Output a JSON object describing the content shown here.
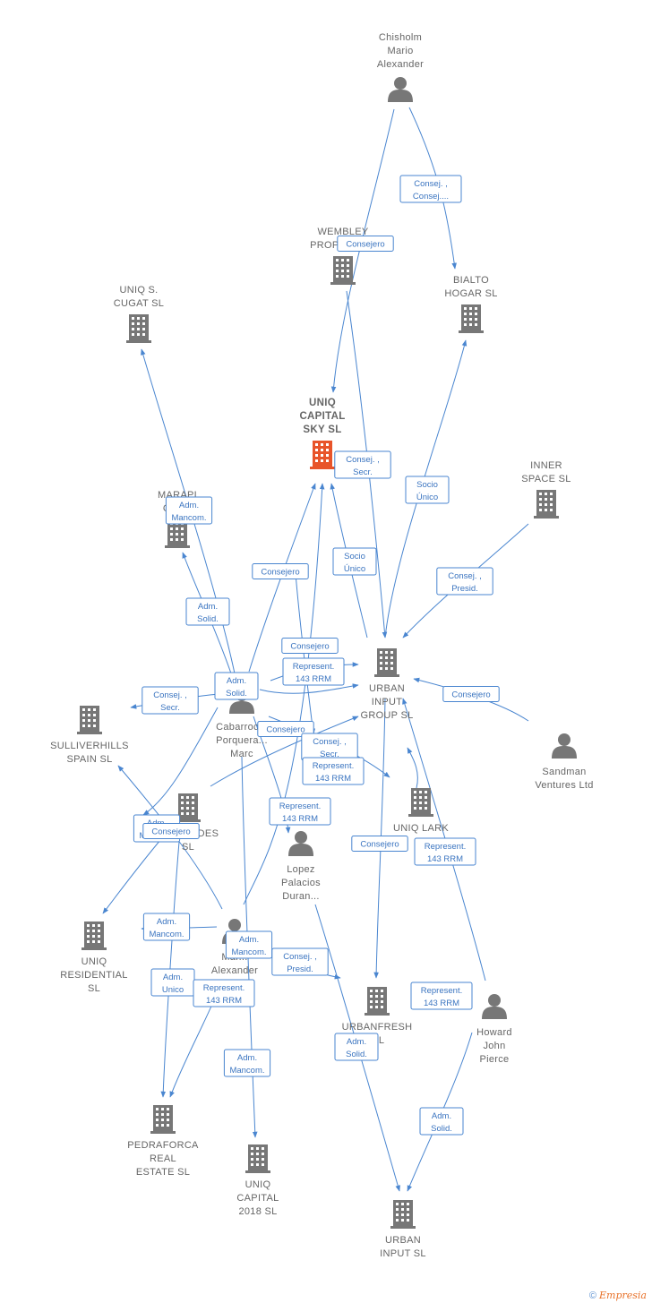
{
  "colors": {
    "accent": "#4a86d0",
    "node": "#777777",
    "highlight": "#e8542a"
  },
  "nodes": [
    {
      "id": "chisholm",
      "type": "person",
      "lines": [
        "Chisholm",
        "Mario",
        "Alexander"
      ]
    },
    {
      "id": "wembley",
      "type": "company",
      "lines": [
        "WEMBLEY",
        "PROPERTIES"
      ]
    },
    {
      "id": "bialto",
      "type": "company",
      "lines": [
        "BIALTO",
        "HOGAR  SL"
      ]
    },
    {
      "id": "uniq_cugat",
      "type": "company",
      "lines": [
        "UNIQ S.",
        "CUGAT  SL"
      ]
    },
    {
      "id": "uniq_sky",
      "type": "company",
      "main": true,
      "lines": [
        "UNIQ",
        "CAPITAL",
        "SKY  SL"
      ]
    },
    {
      "id": "inner",
      "type": "company",
      "lines": [
        "INNER",
        "SPACE  SL"
      ]
    },
    {
      "id": "marapi",
      "type": "company",
      "lines": [
        "MARAPI",
        "CAP..."
      ]
    },
    {
      "id": "urban_group",
      "type": "company",
      "lines": [
        "URBAN",
        "INPUT",
        "GROUP  SL"
      ]
    },
    {
      "id": "sandman",
      "type": "person",
      "lines": [
        "Sandman",
        "Ventures Ltd"
      ]
    },
    {
      "id": "cabarrocas",
      "type": "person",
      "lines": [
        "Cabarroc...",
        "Porquera...",
        "Marc"
      ]
    },
    {
      "id": "sulliver",
      "type": "company",
      "lines": [
        "SULLIVERHILLS",
        "SPAIN  SL"
      ]
    },
    {
      "id": "tiberiades",
      "type": "company",
      "lines": [
        "TIBERIADES",
        "SL"
      ]
    },
    {
      "id": "uniq_lark",
      "type": "company",
      "lines": [
        "UNIQ LARK",
        "..."
      ]
    },
    {
      "id": "lopez",
      "type": "person",
      "lines": [
        "Lopez",
        "Palacios",
        "Duran..."
      ]
    },
    {
      "id": "uniq_res",
      "type": "company",
      "lines": [
        "UNIQ",
        "RESIDENTIAL",
        "SL"
      ]
    },
    {
      "id": "mario_alex",
      "type": "person",
      "lines": [
        "Mar...",
        "Alexander"
      ]
    },
    {
      "id": "urbanfresh",
      "type": "company",
      "lines": [
        "URBANFRESH",
        "...L"
      ]
    },
    {
      "id": "howard",
      "type": "person",
      "lines": [
        "Howard",
        "John",
        "Pierce"
      ]
    },
    {
      "id": "pedraforca",
      "type": "company",
      "lines": [
        "PEDRAFORCA",
        "REAL",
        "ESTATE  SL"
      ]
    },
    {
      "id": "uniq_2018",
      "type": "company",
      "lines": [
        "UNIQ",
        "CAPITAL",
        "2018  SL"
      ]
    },
    {
      "id": "urban_input",
      "type": "company",
      "lines": [
        "URBAN",
        "INPUT SL"
      ]
    }
  ],
  "relations": [
    {
      "lines": [
        "Consej. ,",
        "Consej...."
      ]
    },
    {
      "lines": [
        "Consejero"
      ]
    },
    {
      "lines": [
        "Consej. ,",
        "Secr."
      ]
    },
    {
      "lines": [
        "Socio",
        "Único"
      ]
    },
    {
      "lines": [
        "Adm.",
        "Mancom."
      ]
    },
    {
      "lines": [
        "Socio",
        "Único"
      ]
    },
    {
      "lines": [
        "Consejero"
      ]
    },
    {
      "lines": [
        "Consej. ,",
        "Presid."
      ]
    },
    {
      "lines": [
        "Adm.",
        "Solid."
      ]
    },
    {
      "lines": [
        "Consejero"
      ]
    },
    {
      "lines": [
        "Represent.",
        "143 RRM"
      ]
    },
    {
      "lines": [
        "Adm.",
        "Solid."
      ]
    },
    {
      "lines": [
        "Consej. ,",
        "Secr."
      ]
    },
    {
      "lines": [
        "Consejero"
      ]
    },
    {
      "lines": [
        "Consejero"
      ]
    },
    {
      "lines": [
        "Consej. ,",
        "Secr."
      ]
    },
    {
      "lines": [
        "Represent.",
        "143 RRM"
      ]
    },
    {
      "lines": [
        "Represent.",
        "143 RRM"
      ]
    },
    {
      "lines": [
        "Adm.",
        "Mancom."
      ]
    },
    {
      "lines": [
        "Consejero"
      ]
    },
    {
      "lines": [
        "Consejero"
      ]
    },
    {
      "lines": [
        "Represent.",
        "143 RRM"
      ]
    },
    {
      "lines": [
        "Adm.",
        "Mancom."
      ]
    },
    {
      "lines": [
        "Adm.",
        "Mancom."
      ]
    },
    {
      "lines": [
        "Consej. ,",
        "Presid."
      ]
    },
    {
      "lines": [
        "Adm.",
        "Unico"
      ]
    },
    {
      "lines": [
        "Represent.",
        "143 RRM"
      ]
    },
    {
      "lines": [
        "Represent.",
        "143 RRM"
      ]
    },
    {
      "lines": [
        "Adm.",
        "Solid."
      ]
    },
    {
      "lines": [
        "Adm.",
        "Mancom."
      ]
    },
    {
      "lines": [
        "Adm.",
        "Solid."
      ]
    }
  ],
  "footer": {
    "copyright": "©",
    "brand": "Empresia"
  }
}
